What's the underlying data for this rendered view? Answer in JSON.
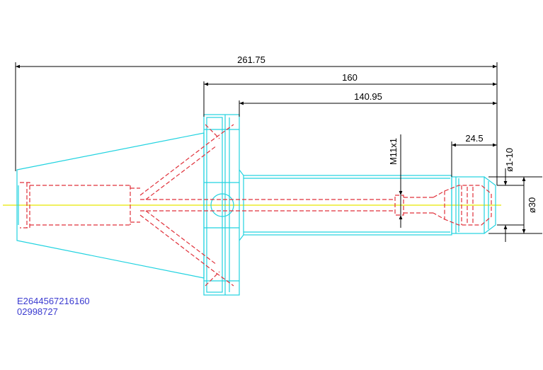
{
  "dimensions": {
    "overall_length": "261.75",
    "flange_to_tip": "160",
    "shank_to_tip": "140.95",
    "nut_length": "24.5",
    "thread": "M11x1",
    "clamp_range": "ø1-10",
    "nut_diameter": "ø30"
  },
  "part_codes": {
    "article_number": "E2644567216160",
    "order_number": "02998727"
  },
  "colors": {
    "outline": "#22d3e0",
    "hidden": "#e0303a",
    "centerline": "#e8e800",
    "dimension": "#000000",
    "text": "#3a3ad0"
  }
}
